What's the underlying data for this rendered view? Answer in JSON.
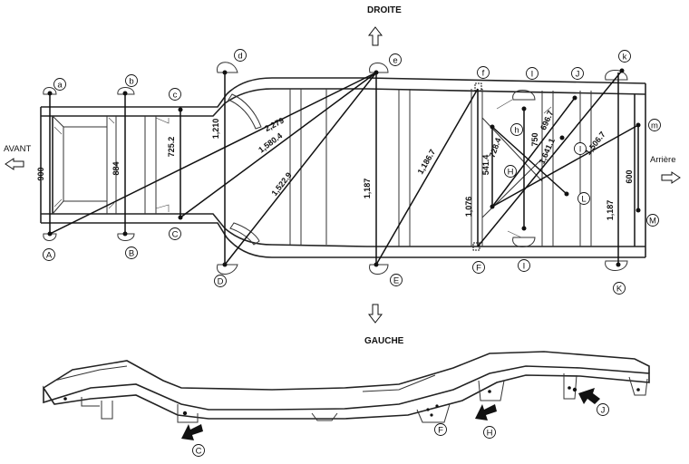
{
  "directions": {
    "top": "DROITE",
    "bottom": "GAUCHE",
    "left": "AVANT",
    "right": "Arrière"
  },
  "points": [
    {
      "id": "a",
      "label": "a"
    },
    {
      "id": "A",
      "label": "A"
    },
    {
      "id": "b",
      "label": "b"
    },
    {
      "id": "B",
      "label": "B"
    },
    {
      "id": "c",
      "label": "c"
    },
    {
      "id": "C",
      "label": "C"
    },
    {
      "id": "d",
      "label": "d"
    },
    {
      "id": "D",
      "label": "D"
    },
    {
      "id": "e",
      "label": "e"
    },
    {
      "id": "E",
      "label": "E"
    },
    {
      "id": "f",
      "label": "f"
    },
    {
      "id": "F",
      "label": "F"
    },
    {
      "id": "h",
      "label": "h"
    },
    {
      "id": "H",
      "label": "H"
    },
    {
      "id": "i-top",
      "label": "I"
    },
    {
      "id": "i-bottom",
      "label": "I"
    },
    {
      "id": "j",
      "label": "J"
    },
    {
      "id": "l",
      "label": "l"
    },
    {
      "id": "L",
      "label": "L"
    },
    {
      "id": "k",
      "label": "k"
    },
    {
      "id": "K",
      "label": "K"
    },
    {
      "id": "m",
      "label": "m"
    },
    {
      "id": "M",
      "label": "M"
    }
  ],
  "dimensions": [
    {
      "id": "a-A",
      "value": "900"
    },
    {
      "id": "b-B",
      "value": "884"
    },
    {
      "id": "c-C",
      "value": "725.2"
    },
    {
      "id": "d-D",
      "value": "1,210"
    },
    {
      "id": "e-A",
      "value": "2,279"
    },
    {
      "id": "e-C",
      "value": "1,580.4"
    },
    {
      "id": "e-D",
      "value": "1,522.9"
    },
    {
      "id": "e-E",
      "value": "1,187"
    },
    {
      "id": "f-E",
      "value": "1,186.7"
    },
    {
      "id": "f-F",
      "value": "1,076"
    },
    {
      "id": "h-H",
      "value": "541.4"
    },
    {
      "id": "h-L",
      "value": "728.4"
    },
    {
      "id": "I-I",
      "value": "750"
    },
    {
      "id": "j-H",
      "value": "696.7"
    },
    {
      "id": "k-F",
      "value": "1,641.1"
    },
    {
      "id": "m-H",
      "value": "1,506.7"
    },
    {
      "id": "m-M",
      "value": "600"
    },
    {
      "id": "k-K",
      "value": "1,187"
    }
  ],
  "side_view_labels": {
    "C": "C",
    "F": "F",
    "H": "H",
    "J": "J"
  }
}
